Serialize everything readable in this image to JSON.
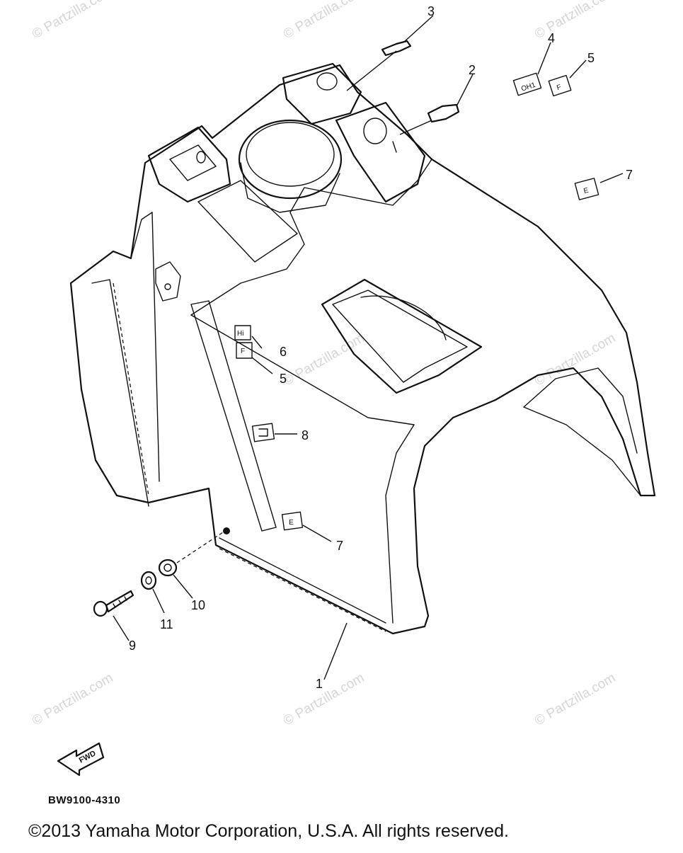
{
  "diagram": {
    "callouts": [
      "3",
      "2",
      "4",
      "5",
      "7",
      "6",
      "5",
      "8",
      "7",
      "10",
      "11",
      "9",
      "1"
    ],
    "decal_labels": {
      "d4": "OH1",
      "d5": "F",
      "d7a": "E",
      "d6": "Hi",
      "d5b": "F",
      "d7b": "E"
    },
    "fwd_label": "FWD",
    "diagram_code": "BW9100-4310",
    "watermark": "© Partzilla.com",
    "copyright": "©2013 Yamaha Motor Corporation, U.S.A. All rights reserved."
  }
}
